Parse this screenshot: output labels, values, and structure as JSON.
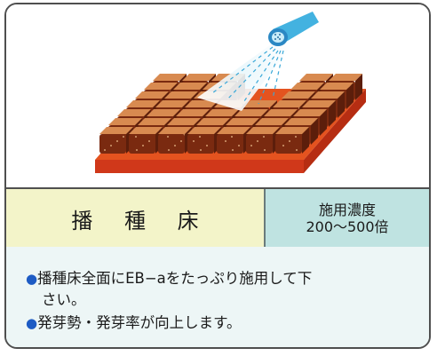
{
  "illustration": {
    "subject": "seed-bed-watering",
    "colors": {
      "soil_dark": "#7a2a10",
      "soil_light": "#d88a50",
      "base": "#e84a1c",
      "water": "#3aa8d8"
    }
  },
  "table": {
    "label": "播 種 床",
    "concentration_line1": "施用濃度",
    "concentration_line2": "200〜500倍"
  },
  "description": {
    "bullet_mark": "●",
    "items": [
      {
        "line1": "播種床全面にEB−aをたっぷり施用して下",
        "line2": "さい。"
      },
      {
        "line1": "発芽勢・発芽率が向上します。"
      }
    ]
  }
}
